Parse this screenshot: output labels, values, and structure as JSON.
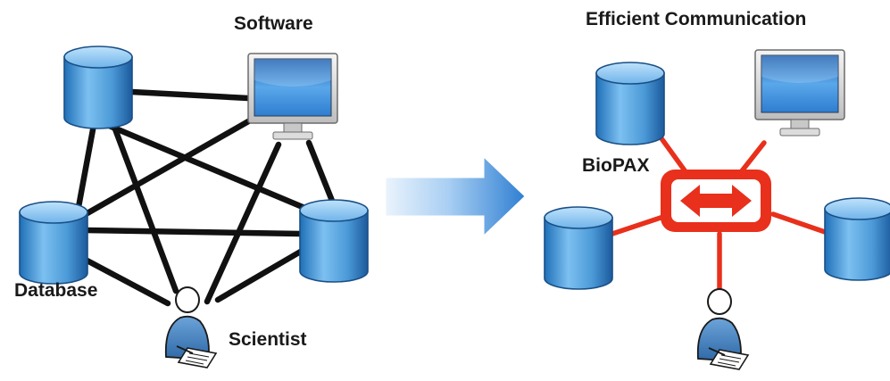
{
  "labels": {
    "software": "Software",
    "database": "Database",
    "scientist": "Scientist",
    "efficient_communication": "Efficient Communication",
    "biopax": "BioPAX"
  },
  "colors": {
    "link_left": "#111111",
    "link_right": "#e8301c",
    "hub_fill": "#e8301c",
    "arrow_blue": "#3b86d4",
    "db_blue": "#5fa8e0",
    "person_blue": "#3f79b8"
  },
  "icons": [
    "database-icon",
    "monitor-icon",
    "scientist-icon",
    "direction-arrow-icon",
    "bidirectional-arrow-icon"
  ]
}
